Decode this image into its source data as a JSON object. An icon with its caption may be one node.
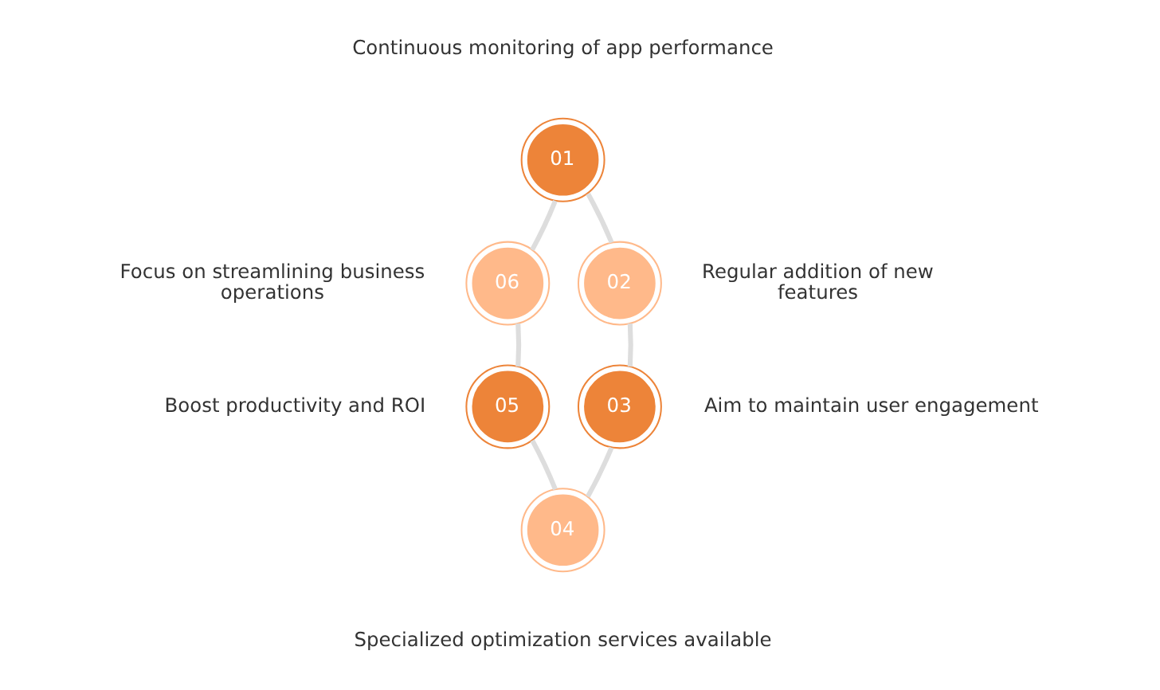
{
  "diagram": {
    "nodes": [
      {
        "text": [
          "01"
        ],
        "beside": [
          "Continuous monitoring of app performance"
        ]
      },
      {
        "text": [
          "02"
        ],
        "beside": [
          "Regular addition of new features"
        ]
      },
      {
        "text": [
          "03"
        ],
        "beside": [
          "Aim to maintain user engagement"
        ]
      },
      {
        "text": [
          "04"
        ],
        "beside": [
          "Specialized optimization services available"
        ]
      },
      {
        "text": [
          "05"
        ],
        "beside": [
          "Boost productivity and ROI"
        ]
      },
      {
        "text": [
          "06"
        ],
        "beside": [
          "Focus on streamlining business operations"
        ]
      }
    ],
    "edges": [
      {
        "from": 0,
        "to": 1,
        "arrow": "none"
      },
      {
        "from": 1,
        "to": 2,
        "arrow": "none"
      },
      {
        "from": 2,
        "to": 3,
        "arrow": "none"
      },
      {
        "from": 3,
        "to": 4,
        "arrow": "none"
      },
      {
        "from": 4,
        "to": 5,
        "arrow": "none"
      },
      {
        "from": 5,
        "to": 0,
        "arrow": "none"
      }
    ]
  }
}
